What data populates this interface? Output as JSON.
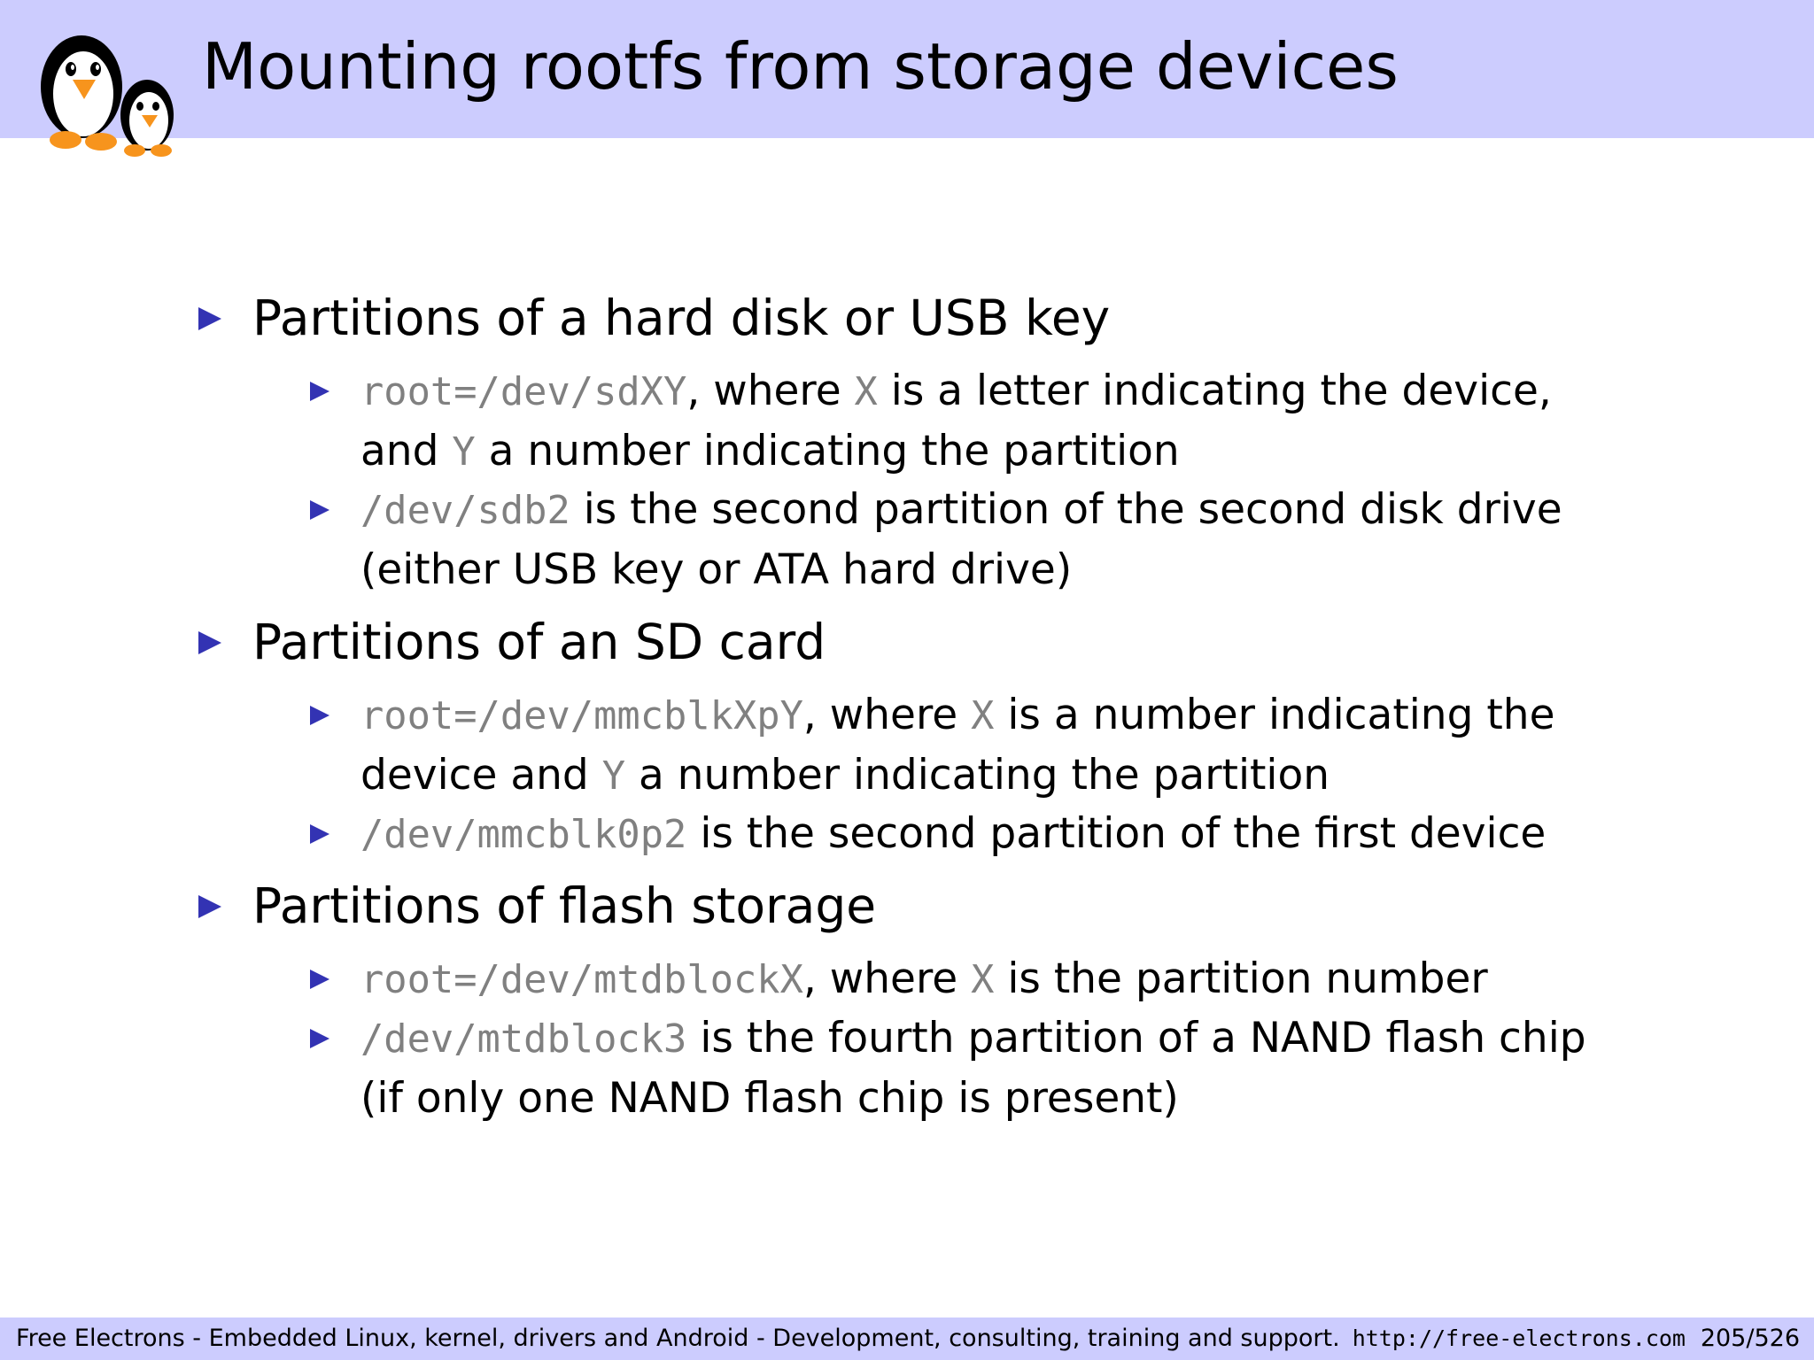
{
  "title": "Mounting rootfs from storage devices",
  "sections": [
    {
      "heading": "Partitions of a hard disk or USB key",
      "items": [
        {
          "code": "root=/dev/sdXY",
          "t1": ", where ",
          "c2": "X",
          "t2": " is a letter indicating the device,",
          "t3": "and ",
          "c3": "Y",
          "t4": " a number indicating the partition"
        },
        {
          "code": "/dev/sdb2",
          "t1": " is the second partition of the second disk drive",
          "t2": "(either USB key or ATA hard drive)"
        }
      ]
    },
    {
      "heading": "Partitions of an SD card",
      "items": [
        {
          "code": "root=/dev/mmcblkXpY",
          "t1": ", where ",
          "c2": "X",
          "t2": " is a number indicating the",
          "t3": "device and ",
          "c3": "Y",
          "t4": " a number indicating the partition"
        },
        {
          "code": "/dev/mmcblk0p2",
          "t1": " is the second partition of the first device"
        }
      ]
    },
    {
      "heading": "Partitions of flash storage",
      "items": [
        {
          "code": "root=/dev/mtdblockX",
          "t1": ", where ",
          "c2": "X",
          "t2": " is the partition number"
        },
        {
          "code": "/dev/mtdblock3",
          "t1": " is the fourth partition of a NAND flash chip",
          "t2": "(if only one NAND flash chip is present)"
        }
      ]
    }
  ],
  "footer": {
    "text": "Free Electrons - Embedded Linux, kernel, drivers and Android - Development, consulting, training and support.",
    "url": "http://free-electrons.com",
    "page": "205/526"
  },
  "colors": {
    "header_bg": "#ccccfe",
    "bullet": "#3333b3",
    "code": "#808080"
  },
  "icons": [
    "penguin-logo-icon",
    "bullet-triangle-icon"
  ]
}
